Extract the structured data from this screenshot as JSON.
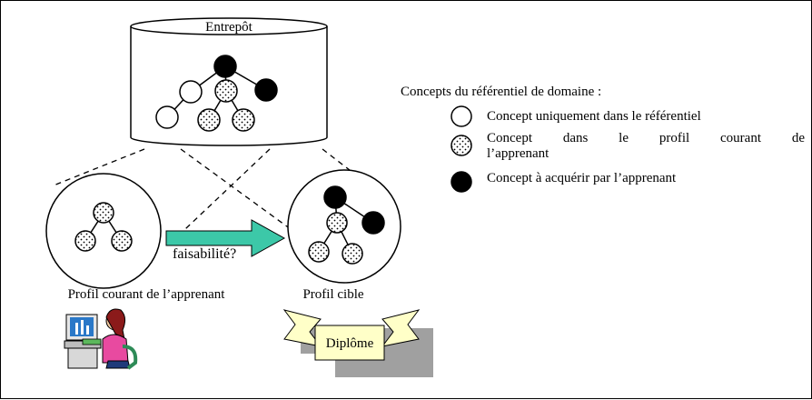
{
  "warehouse": {
    "label": "Entrepôt"
  },
  "legend": {
    "title": "Concepts du référentiel de domaine :",
    "items": [
      {
        "kind": "empty",
        "label": "Concept uniquement dans le référentiel"
      },
      {
        "kind": "dotted",
        "label_line1": "Concept dans le profil courant de",
        "label_line2": "l’apprenant"
      },
      {
        "kind": "filled",
        "label": "Concept à acquérir par l’apprenant"
      }
    ]
  },
  "profiles": {
    "current_label": "Profil courant de l’apprenant",
    "target_label": "Profil cible"
  },
  "arrow": {
    "label": "faisabilité?",
    "color": "#3cc8a8"
  },
  "diploma": {
    "label": "Diplôme",
    "color": "#ffffc8"
  },
  "icons": [
    "learner-at-computer-icon",
    "diploma-banner-icon"
  ]
}
